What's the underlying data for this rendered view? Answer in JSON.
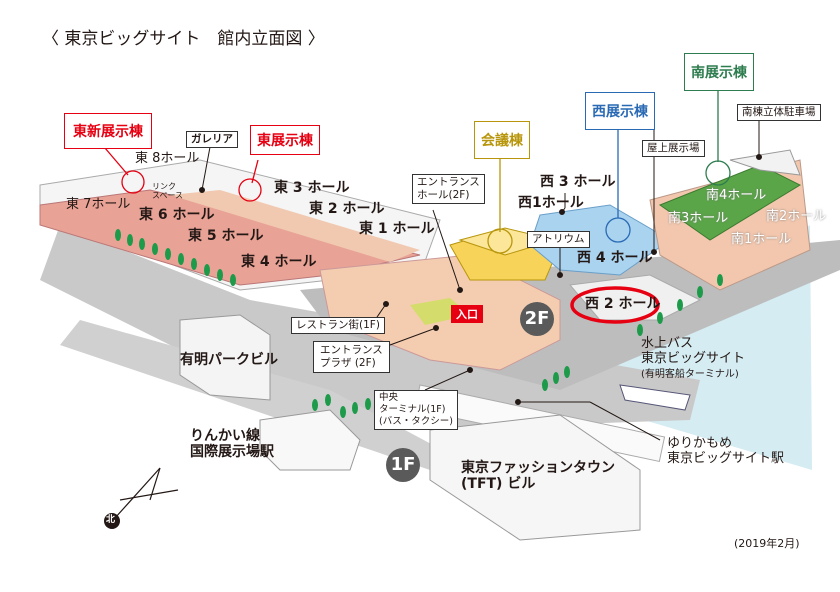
{
  "title": "〈 東京ビッグサイト　館内立面図 〉",
  "buildings": {
    "east_new": {
      "label": "東新展示棟",
      "color": "#e60012"
    },
    "east": {
      "label": "東展示棟",
      "color": "#e60012"
    },
    "conference": {
      "label": "会議棟",
      "color": "#b8960c"
    },
    "west": {
      "label": "西展示棟",
      "color": "#2a6ab5"
    },
    "south": {
      "label": "南展示棟",
      "color": "#2e7d4f"
    }
  },
  "halls": {
    "e1": "東 1 ホール",
    "e2": "東 2 ホール",
    "e3": "東 3 ホール",
    "e4": "東 4 ホール",
    "e5": "東 5 ホール",
    "e6": "東 6 ホール",
    "e7": "東 7ホール",
    "e8": "東 8ホール",
    "w1": "西1ホール",
    "w2": "西 2 ホール",
    "w3": "西 3 ホール",
    "w4": "西 4 ホール",
    "s1": "南1ホール",
    "s2": "南2ホール",
    "s3": "南3ホール",
    "s4": "南4ホール"
  },
  "callouts": {
    "galleria": "ガレリア",
    "link_space_1": "リンク",
    "link_space_2": "スペース",
    "entrance_hall_1": "エントランス",
    "entrance_hall_2": "ホール(2F)",
    "atrium": "アトリウム",
    "rooftop": "屋上展示場",
    "south_parking": "南棟立体駐車場",
    "restaurant": "レストラン街(1F)",
    "plaza_1": "エントランス",
    "plaza_2": "プラザ (2F)",
    "terminal_1": "中央",
    "terminal_2": "ターミナル(1F)",
    "terminal_3": "(バス・タクシー)",
    "entrance": "入口"
  },
  "floors": {
    "f2": "2F",
    "f1": "1F"
  },
  "places": {
    "ariake_park": "有明パークビル",
    "rinkai_1": "りんかい線",
    "rinkai_2": "国際展示場駅",
    "water_bus_1": "水上バス",
    "water_bus_2": "東京ビッグサイト",
    "water_bus_3": "(有明客船ターミナル)",
    "yurikamome_1": "ゆりかもめ",
    "yurikamome_2": "東京ビッグサイト駅",
    "tft_1": "東京ファッションタウン",
    "tft_2": "(TFT) ビル"
  },
  "north": "北",
  "date": "(2019年2月)",
  "highlight": {
    "target": "西 2 ホール",
    "color": "#e60012"
  }
}
